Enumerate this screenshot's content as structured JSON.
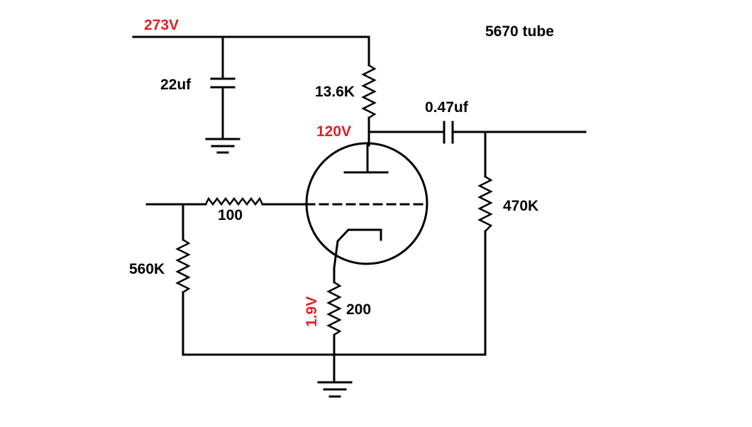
{
  "title": "5670 tube",
  "colors": {
    "wire": "#000000",
    "voltage": "#e0202a",
    "label": "#000000"
  },
  "voltages": {
    "supply": "273V",
    "plate": "120V",
    "cathode": "1.9V"
  },
  "components": {
    "supply_cap": "22uf",
    "plate_resistor": "13.6K",
    "coupling_cap": "0.47uf",
    "grid_stopper": "100",
    "grid_leak": "560K",
    "cathode_resistor": "200",
    "output_resistor": "470K"
  },
  "icons": [
    "ground-symbol",
    "capacitor-symbol",
    "resistor-symbol",
    "triode-tube-symbol"
  ]
}
